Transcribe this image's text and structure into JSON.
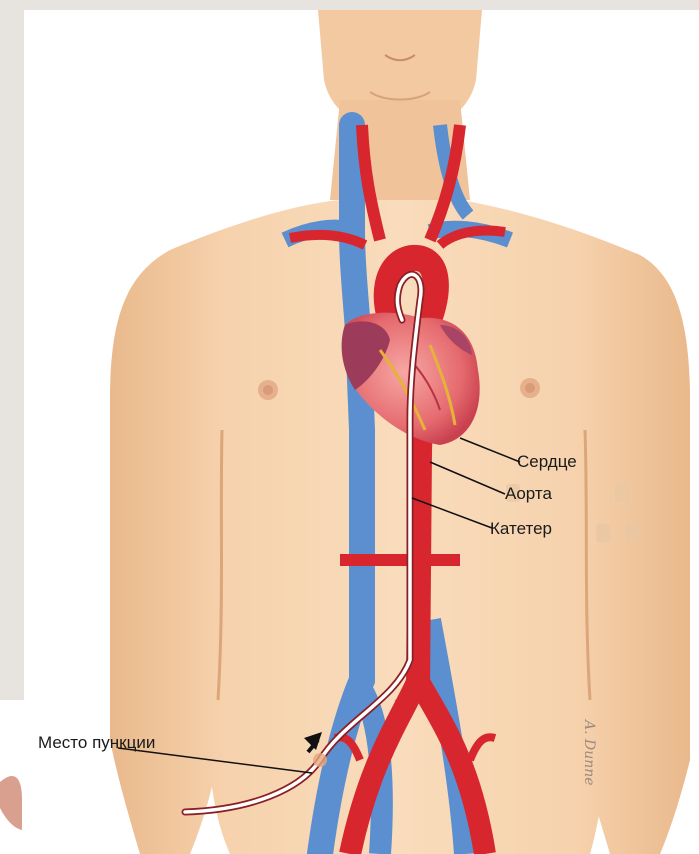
{
  "labels": {
    "heart": "Сердце",
    "aorta": "Аорта",
    "catheter": "Катетер",
    "puncture_site": "Место пункции"
  },
  "signature": "A. Dunne",
  "colors": {
    "background_panel": "#e7e3de",
    "skin": "#f5cfa6",
    "skin_shadow": "#e8b98c",
    "artery": "#d8262e",
    "vein": "#5b8fd0",
    "heart": "#e8556a",
    "catheter": "#ffffff"
  }
}
